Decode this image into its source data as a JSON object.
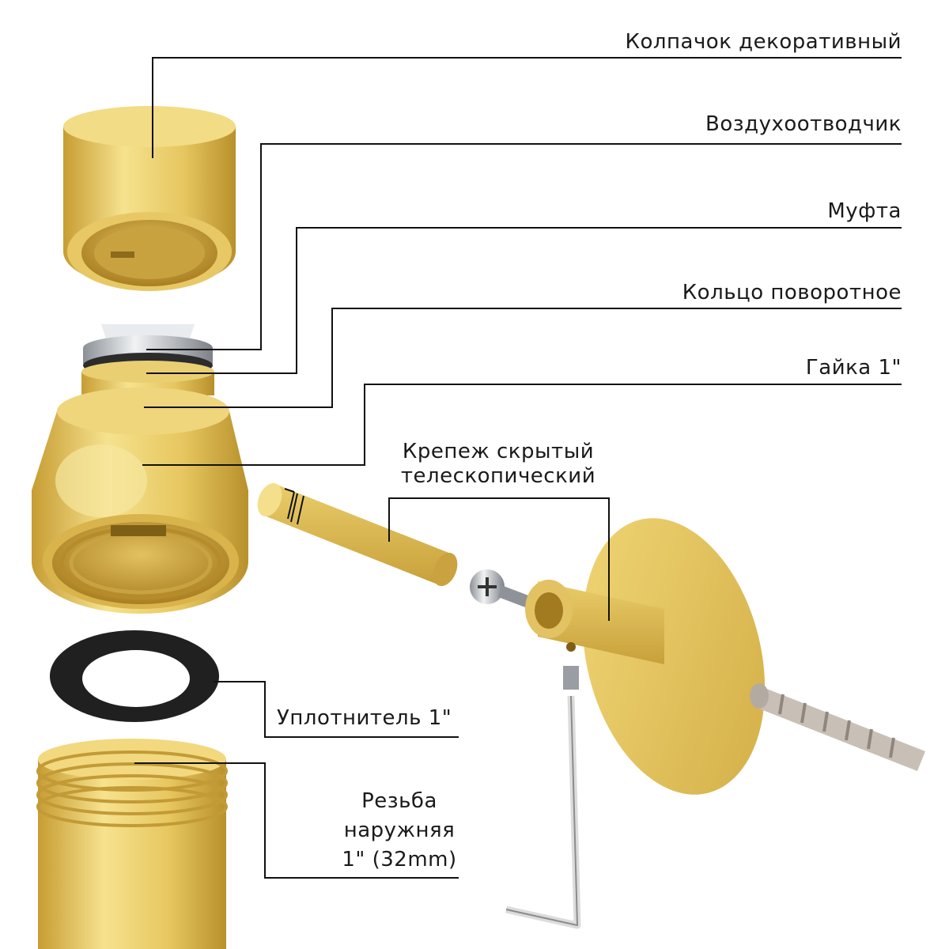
{
  "labels": {
    "cap": "Колпачок  декоративный",
    "air_vent": "Воздухоотводчик",
    "coupling": "Муфта",
    "swivel_ring": "Кольцо поворотное",
    "nut": "Гайка 1\"",
    "mount_line1": "Крепеж  скрытый",
    "mount_line2": "телескопический",
    "seal": "Уплотнитель 1\"",
    "thread_line1": "Резьба",
    "thread_line2": "наружняя",
    "thread_line3": "1\" (32mm)"
  },
  "colors": {
    "brass_light": "#f6e28e",
    "brass_mid": "#e4c25a",
    "brass_dark": "#b8902c",
    "rubber": "#222222",
    "chrome": "#c9ccd0",
    "dowel": "#c8c0b6"
  }
}
